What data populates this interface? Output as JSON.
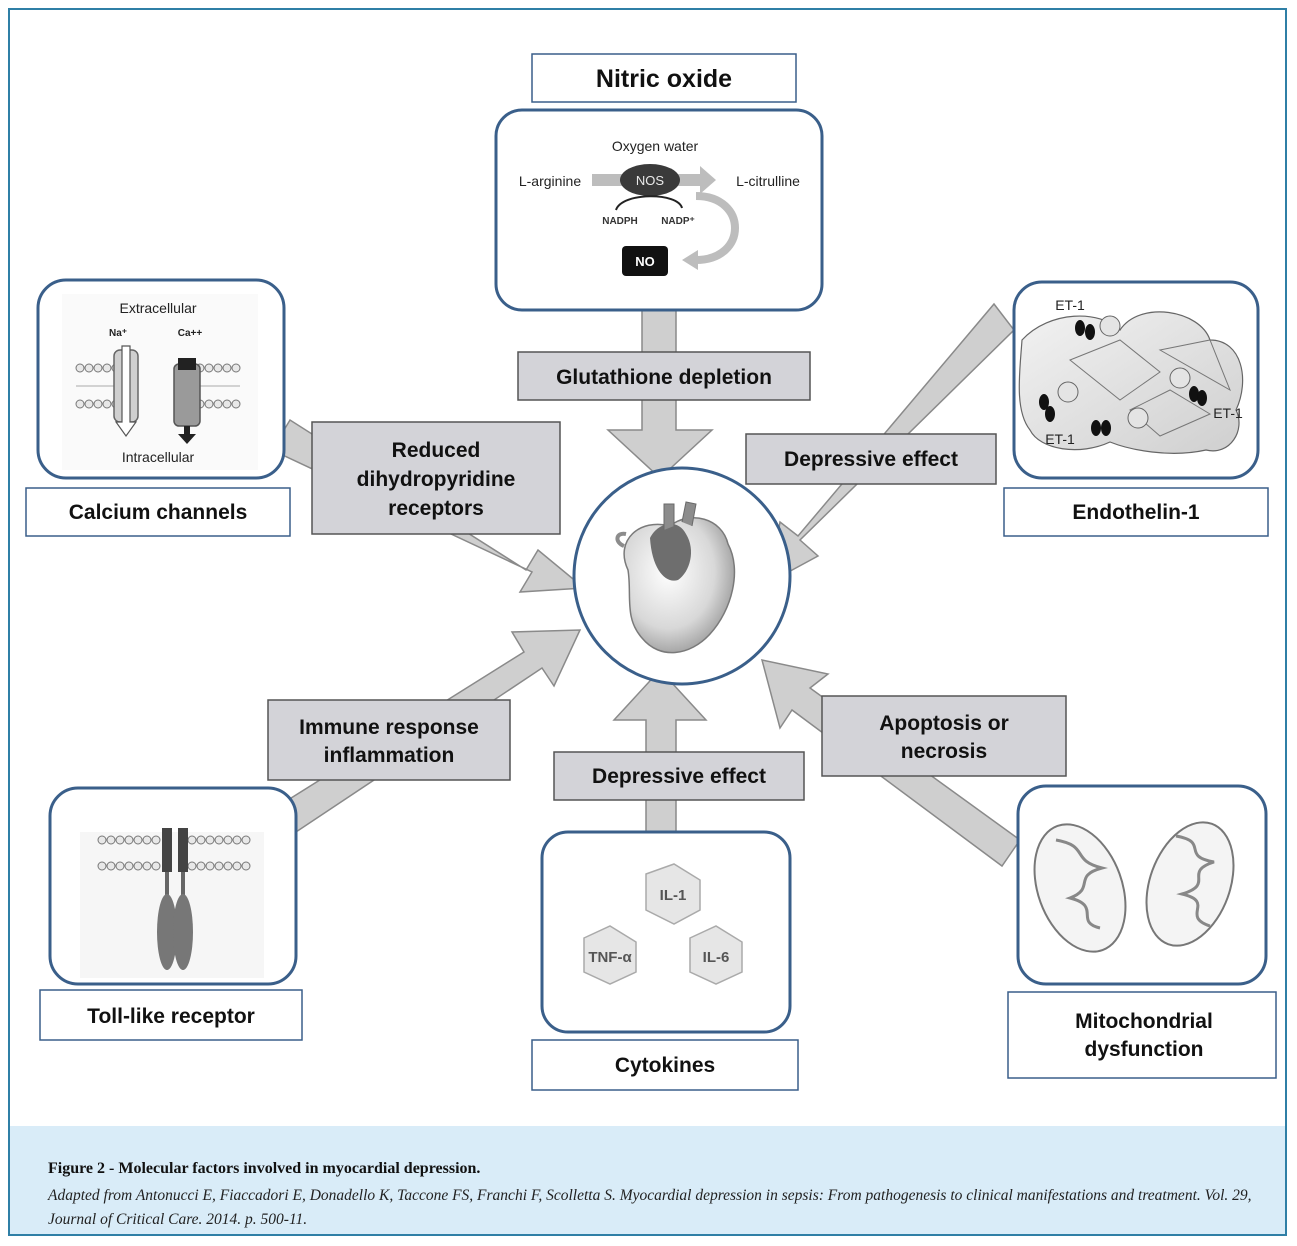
{
  "nodes": {
    "nitric_oxide": {
      "title": "Nitric oxide",
      "oxygen_water": "Oxygen water",
      "l_arginine": "L-arginine",
      "nos": "NOS",
      "l_citrulline": "L-citrulline",
      "nadph": "NADPH",
      "nadp": "NADP⁺",
      "no": "NO"
    },
    "calcium_channels": {
      "title": "Calcium channels",
      "extracellular": "Extracellular",
      "na": "Na⁺",
      "ca": "Ca++",
      "intracellular": "Intracellular"
    },
    "endothelin": {
      "title": "Endothelin-1",
      "et_labels": [
        "ET-1",
        "ET-1",
        "ET-1"
      ]
    },
    "toll_like": {
      "title": "Toll-like receptor"
    },
    "cytokines": {
      "title": "Cytokines",
      "il1": "IL-1",
      "tnf": "TNF-α",
      "il6": "IL-6"
    },
    "mitochondrial": {
      "title_line1": "Mitochondrial",
      "title_line2": "dysfunction"
    }
  },
  "edges": {
    "glutathione": "Glutathione depletion",
    "dihydropyridine": [
      "Reduced",
      "dihydropyridine",
      "receptors"
    ],
    "depressive_top": "Depressive effect",
    "immune": [
      "Immune response",
      "inflammation"
    ],
    "depressive_bottom": "Depressive effect",
    "apoptosis": [
      "Apoptosis or",
      "necrosis"
    ]
  },
  "caption": {
    "title": "Figure 2 - Molecular factors involved in myocardial depression.",
    "source": "Adapted from Antonucci E, Fiaccadori E, Donadello K, Taccone FS, Franchi F, Scolletta S. Myocardial depression in sepsis: From pathogenesis to clinical manifestations and treatment. Vol. 29, Journal of Critical Care. 2014. p. 500-11."
  },
  "colors": {
    "frame": "#2f7fa6",
    "box_border": "#3a5f8a",
    "label_bg": "#d3d3d8",
    "arrow_fill": "#cfcfcf",
    "caption_bg": "#d9ecf8"
  }
}
